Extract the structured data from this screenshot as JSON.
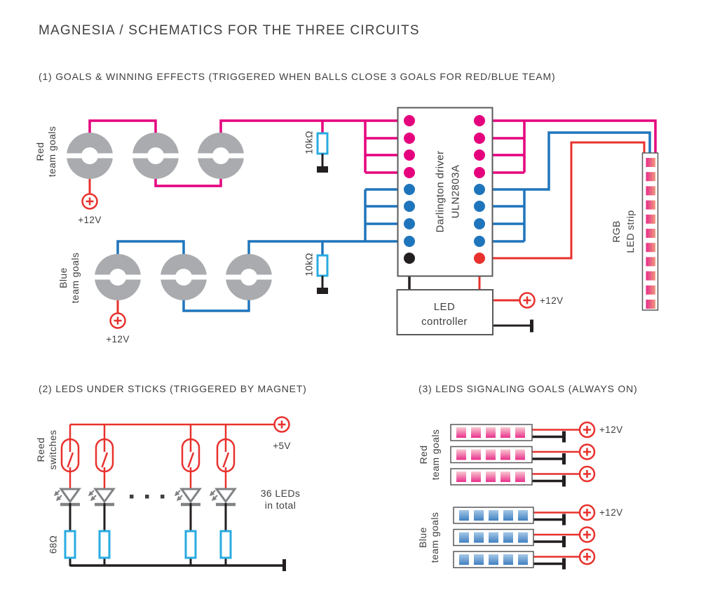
{
  "page": {
    "title": "MAGNESIA / SCHEMATICS FOR THE THREE CIRCUITS"
  },
  "colors": {
    "magenta": "#E5007D",
    "blue": "#1F75BC",
    "red": "#E8312D",
    "cyan": "#29ABE2",
    "gray": "#A9ABAE",
    "led_gray": "#808285",
    "dark": "#3F3F41",
    "black": "#231F20",
    "outline": "#58595B",
    "strip_magenta": "#E82C8B",
    "strip_salmon": "#F09B7F",
    "pink_light": "#F9C9D2",
    "pink_deep": "#E9308C",
    "blue_light": "#A6C9E8",
    "blue_mid": "#4080C0"
  },
  "circuit1": {
    "heading": "(1) GOALS & WINNING EFFECTS (TRIGGERED WHEN BALLS CLOSE 3 GOALS FOR RED/BLUE TEAM)",
    "red_goals_label": [
      "Red",
      "team goals"
    ],
    "blue_goals_label": [
      "Blue",
      "team goals"
    ],
    "red_supply": "+12V",
    "blue_supply": "+12V",
    "resistor1": "10kΩ",
    "resistor2": "10kΩ",
    "driver_label": [
      "Darlington driver",
      "ULN2803A"
    ],
    "controller_label": [
      "LED",
      "controller"
    ],
    "controller_supply": "+12V",
    "strip_label": [
      "RGB",
      "LED strip"
    ],
    "goals_per_team": 3,
    "input_pins_magenta": 4,
    "input_pins_blue": 4,
    "strip_led_count": 11
  },
  "circuit2": {
    "heading": "(2) LEDS UNDER STICKS (TRIGGERED BY MAGNET)",
    "reed_label": [
      "Reed",
      "switches"
    ],
    "supply": "+5V",
    "resistor": "68Ω",
    "note": [
      "36 LEDs",
      "in total"
    ],
    "branch_count": 4,
    "ellipsis_dots": 3
  },
  "circuit3": {
    "heading": "(3) LEDS SIGNALING GOALS (ALWAYS ON)",
    "red_label": [
      "Red",
      "team goals"
    ],
    "blue_label": [
      "Blue",
      "team goals"
    ],
    "supply_red": "+12V",
    "supply_blue": "+12V",
    "strips_per_team": 3,
    "leds_per_strip": 5
  }
}
